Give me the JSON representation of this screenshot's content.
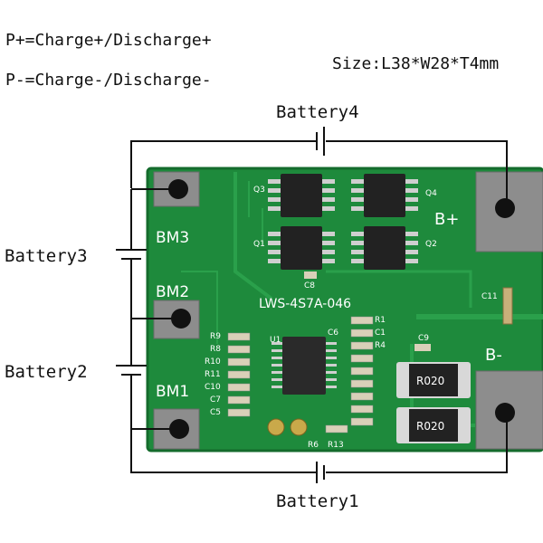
{
  "notes": {
    "p_plus": "P+=Charge+/Discharge+",
    "p_minus": "P-=Charge-/Discharge-",
    "size": "Size:L38*W28*T4mm"
  },
  "battery_labels": {
    "b4": "Battery4",
    "b3": "Battery3",
    "b2": "Battery2",
    "b1": "Battery1"
  },
  "board": {
    "model": "LWS-4S7A-046",
    "pads": {
      "bm3": "BM3",
      "bm2": "BM2",
      "bm1": "BM1",
      "b_plus": "B+",
      "b_minus": "B-"
    },
    "components": {
      "q1": "Q1",
      "q2": "Q2",
      "q3": "Q3",
      "q4": "Q4",
      "u1": "U1",
      "c6": "C6",
      "c8": "C8",
      "c9": "C9",
      "c11": "C11",
      "r1": "R1",
      "c1": "C1",
      "r4": "R4",
      "r6": "R6",
      "r13": "R13",
      "r9": "R9",
      "r8": "R8",
      "r10": "R10",
      "r11": "R11",
      "c10": "C10",
      "c7": "C7",
      "c5": "C5",
      "shunt1": "R020",
      "shunt2": "R020"
    }
  },
  "colors": {
    "pcb": "#1e8a3c",
    "pcb_dark": "#146b2c",
    "pad": "#8d8d8d",
    "chip": "#222222",
    "line": "#111111"
  }
}
